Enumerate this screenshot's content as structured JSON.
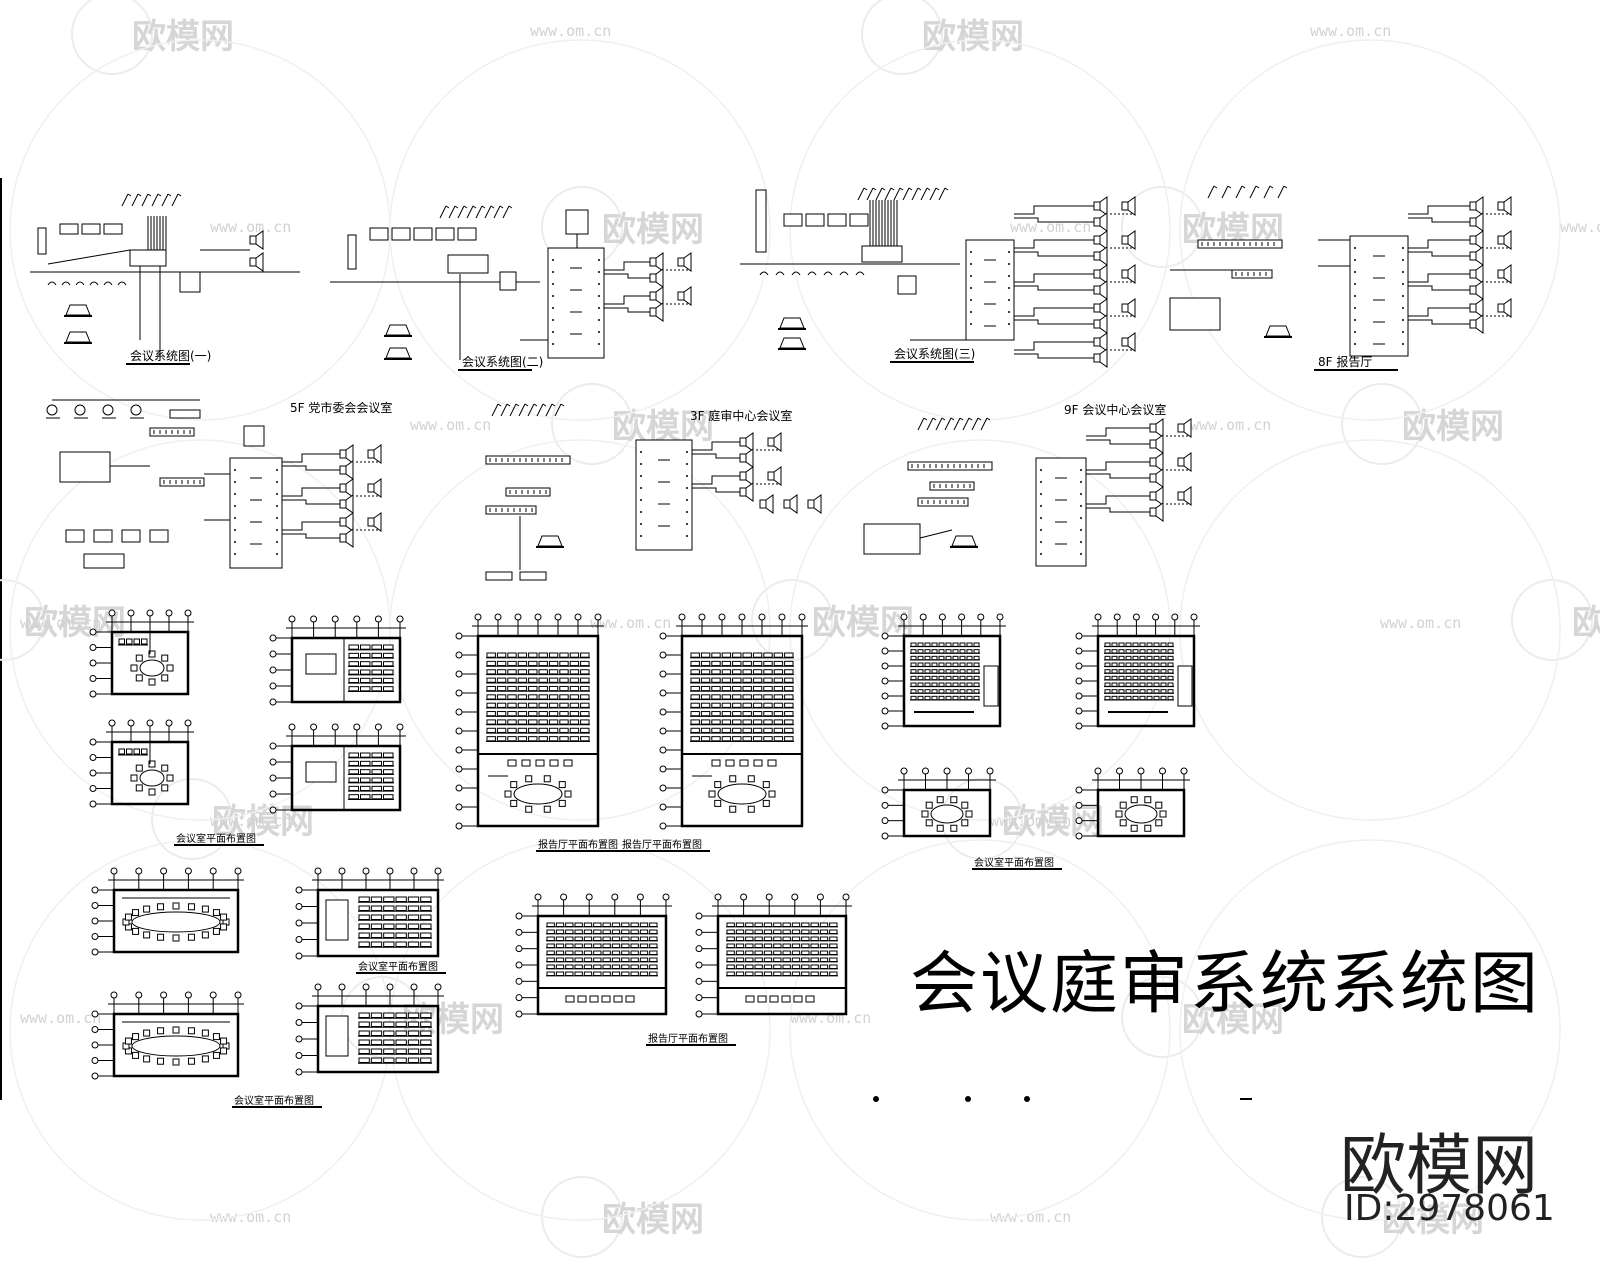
{
  "drawing": {
    "title": "会议庭审系统系统图"
  },
  "brand": {
    "logo_text": "欧模网",
    "id_text": "ID:2978061",
    "watermark_text": "欧模网",
    "watermark_url": "www.om.cn"
  },
  "schematics": [
    {
      "caption": "会议系统图(一)"
    },
    {
      "caption": "会议系统图(二)"
    },
    {
      "caption": "会议系统图(三)"
    },
    {
      "caption": "8F 报告厅"
    },
    {
      "caption": "5F 党市委会会议室"
    },
    {
      "caption": "3F 庭审中心会议室"
    },
    {
      "caption": "9F 会议中心会议室"
    }
  ],
  "plans": [
    {
      "caption": "会议室平面布置图"
    },
    {
      "caption": "报告厅平面布置图"
    },
    {
      "caption": "报告厅平面布置图"
    },
    {
      "caption": "会议室平面布置图"
    },
    {
      "caption": "会议室平面布置图"
    },
    {
      "caption": "会议室平面布置图"
    },
    {
      "caption": "报告厅平面布置图"
    }
  ]
}
